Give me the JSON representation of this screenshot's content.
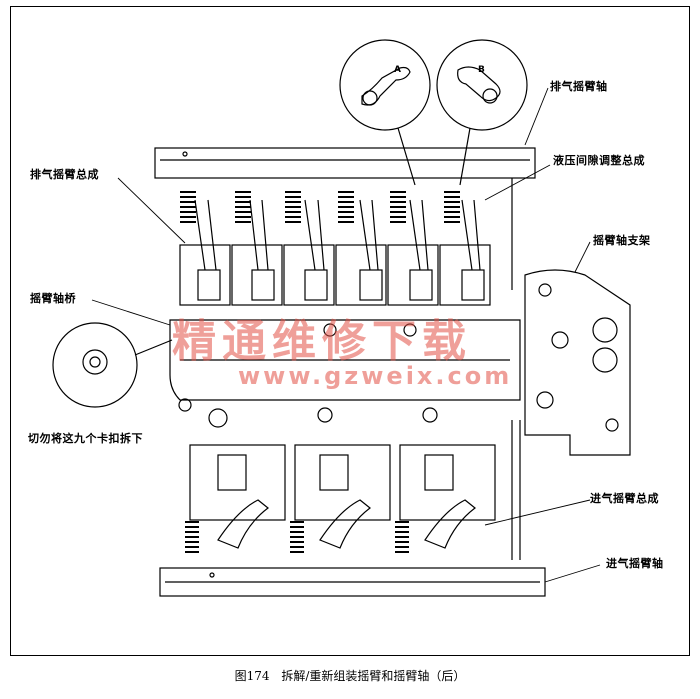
{
  "labels": {
    "exhaust_rocker_shaft": "排气摇臂轴",
    "exhaust_rocker_assembly": "排气摇臂总成",
    "hydraulic_lash_adjuster": "液压间隙调整总成",
    "rocker_shaft_bracket": "摇臂轴支架",
    "rocker_shaft_bridge": "摇臂轴桥",
    "clip_warning": "切勿将这九个卡扣拆下",
    "intake_rocker_assembly": "进气摇臂总成",
    "intake_rocker_shaft": "进气摇臂轴"
  },
  "callouts": {
    "arm_a": "A",
    "arm_b": "B"
  },
  "watermark": {
    "main": "精通维修下载",
    "url": "www.gzweix.com"
  },
  "caption": {
    "figure": "图174",
    "title": "拆解/重新组装摇臂和摇臂轴（后）"
  }
}
